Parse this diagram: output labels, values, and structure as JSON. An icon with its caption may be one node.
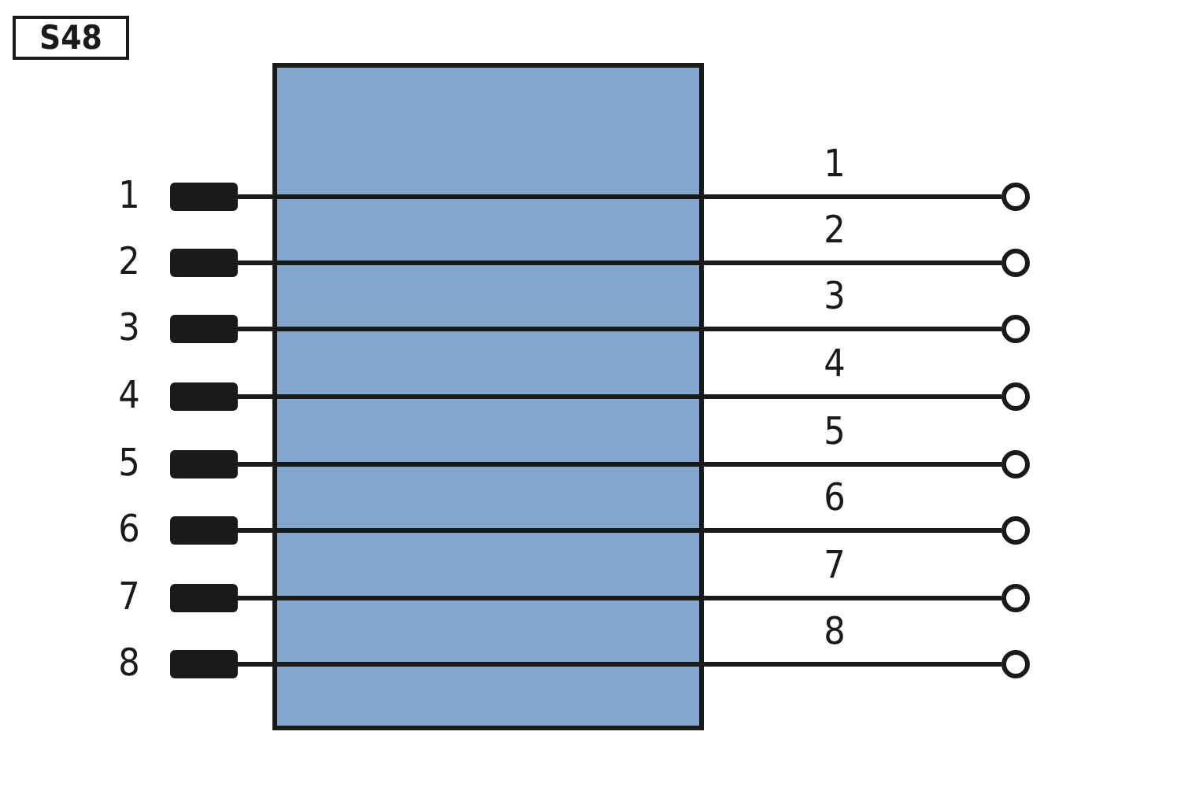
{
  "diagram": {
    "nodes": [
      {
        "text": [
          "S48"
        ]
      },
      {
        "text": [],
        "shape": "bar",
        "beside": [
          "1"
        ]
      },
      {
        "text": [],
        "shape": "circle"
      },
      {
        "text": [],
        "shape": "bar",
        "beside": [
          "2"
        ]
      },
      {
        "text": [],
        "shape": "circle"
      },
      {
        "text": [],
        "shape": "bar",
        "beside": [
          "3"
        ]
      },
      {
        "text": [],
        "shape": "circle"
      },
      {
        "text": [],
        "shape": "bar",
        "beside": [
          "4"
        ]
      },
      {
        "text": [],
        "shape": "circle"
      },
      {
        "text": [],
        "shape": "bar",
        "beside": [
          "5"
        ]
      },
      {
        "text": [],
        "shape": "circle"
      },
      {
        "text": [],
        "shape": "bar",
        "beside": [
          "6"
        ]
      },
      {
        "text": [],
        "shape": "circle"
      },
      {
        "text": [],
        "shape": "bar",
        "beside": [
          "7"
        ]
      },
      {
        "text": [],
        "shape": "circle"
      },
      {
        "text": [],
        "shape": "bar",
        "beside": [
          "8"
        ]
      },
      {
        "text": [],
        "shape": "circle"
      }
    ],
    "edges": [
      {
        "from": 1,
        "to": 2,
        "arrow": "none",
        "label": "1"
      },
      {
        "from": 3,
        "to": 4,
        "arrow": "none",
        "label": "2"
      },
      {
        "from": 5,
        "to": 6,
        "arrow": "none",
        "label": "3"
      },
      {
        "from": 7,
        "to": 8,
        "arrow": "none",
        "label": "4"
      },
      {
        "from": 9,
        "to": 10,
        "arrow": "none",
        "label": "5"
      },
      {
        "from": 11,
        "to": 12,
        "arrow": "none",
        "label": "6"
      },
      {
        "from": 13,
        "to": 14,
        "arrow": "none",
        "label": "7"
      },
      {
        "from": 15,
        "to": 16,
        "arrow": "none",
        "label": "8"
      }
    ]
  }
}
